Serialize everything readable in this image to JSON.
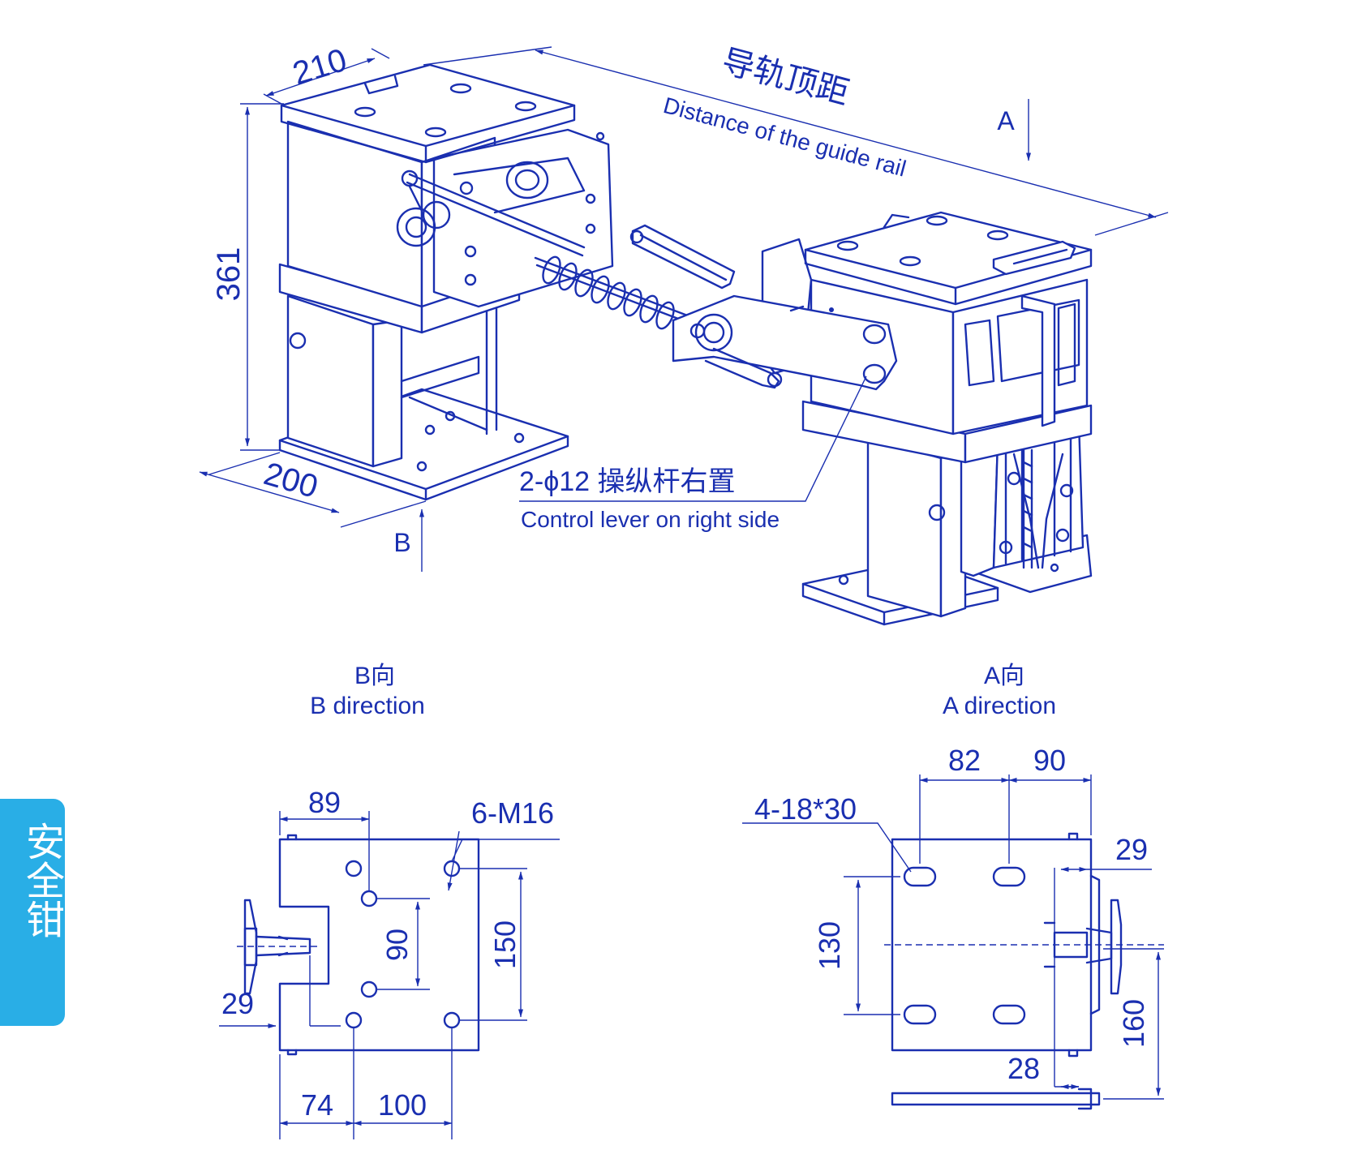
{
  "side_tab": {
    "label": "安全钳",
    "color": "#29aee6"
  },
  "colors": {
    "line": "#1a2fb0",
    "background": "#ffffff"
  },
  "isometric": {
    "dim_width_top": "210",
    "dim_height": "361",
    "dim_depth_bottom": "200",
    "rail_distance_cn": "导轨顶距",
    "rail_distance_en": "Distance of the guide rail",
    "arrow_a": "A",
    "arrow_b": "B",
    "lever_cn": "2-ϕ12 操纵杆右置",
    "lever_en": "Control lever on right side"
  },
  "views": {
    "b": {
      "title_cn": "B向",
      "title_en": "B direction",
      "dims": {
        "top": "89",
        "holes": "6-M16",
        "height_90": "90",
        "height_150": "150",
        "left_29": "29",
        "bottom_74": "74",
        "bottom_100": "100"
      }
    },
    "a": {
      "title_cn": "A向",
      "title_en": "A direction",
      "dims": {
        "top_82": "82",
        "top_90": "90",
        "slots": "4-18*30",
        "right_29": "29",
        "left_130": "130",
        "right_160": "160",
        "bottom_28": "28"
      }
    }
  }
}
